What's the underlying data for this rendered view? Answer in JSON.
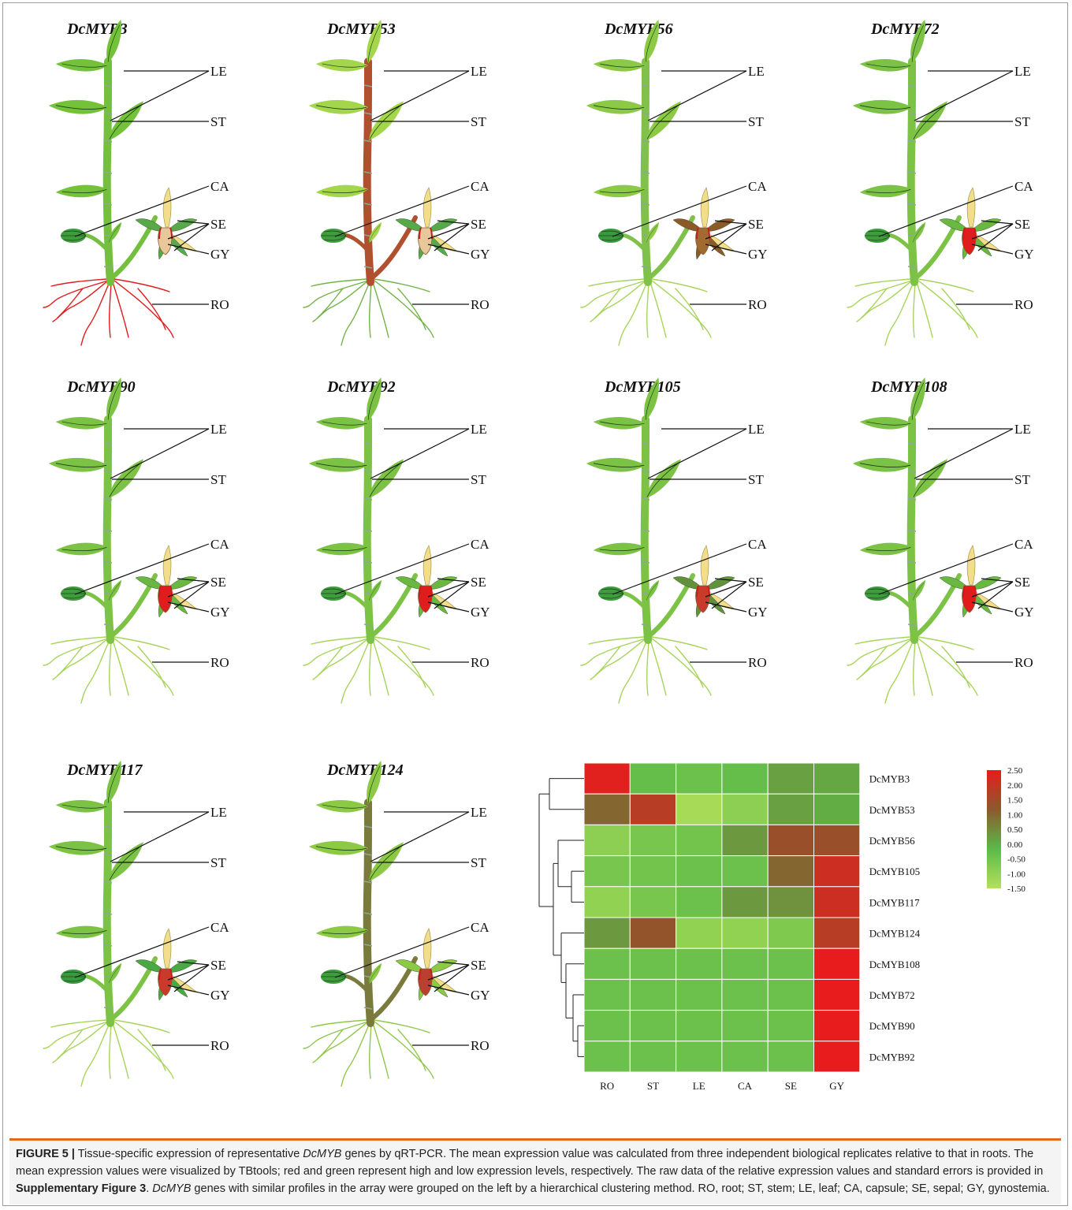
{
  "plants": [
    {
      "title": "DcMYB3",
      "colors": {
        "LE": "#73c23a",
        "ST": "#74bf3e",
        "CA": "#3f9d3e",
        "SE": "#58a94a",
        "GY": "#e8c79a",
        "RO": "#e01c1c"
      }
    },
    {
      "title": "DcMYB53",
      "colors": {
        "LE": "#a4d64c",
        "ST": "#b0502e",
        "CA": "#3f9d3e",
        "SE": "#58a94a",
        "GY": "#e8c79a",
        "RO": "#74b24a"
      }
    },
    {
      "title": "DcMYB56",
      "colors": {
        "LE": "#8cca45",
        "ST": "#7fc14a",
        "CA": "#38993e",
        "SE": "#8c5a28",
        "GY": "#a06a30",
        "RO": "#a7d45a"
      }
    },
    {
      "title": "DcMYB72",
      "colors": {
        "LE": "#7cc244",
        "ST": "#7cc244",
        "CA": "#3f9d3e",
        "SE": "#6ab842",
        "GY": "#e01c1c",
        "RO": "#a7d45a"
      }
    },
    {
      "title": "DcMYB90",
      "colors": {
        "LE": "#7cc244",
        "ST": "#7cc244",
        "CA": "#3f9d3e",
        "SE": "#6ab842",
        "GY": "#e01c1c",
        "RO": "#a7d45a"
      }
    },
    {
      "title": "DcMYB92",
      "colors": {
        "LE": "#7cc244",
        "ST": "#7cc244",
        "CA": "#3f9d3e",
        "SE": "#6ab842",
        "GY": "#e01c1c",
        "RO": "#a7d45a"
      }
    },
    {
      "title": "DcMYB105",
      "colors": {
        "LE": "#7cc244",
        "ST": "#7cc244",
        "CA": "#3f9d3e",
        "SE": "#62903c",
        "GY": "#c93a2a",
        "RO": "#a7d45a"
      }
    },
    {
      "title": "DcMYB108",
      "colors": {
        "LE": "#7cc244",
        "ST": "#7cc244",
        "CA": "#3f9d3e",
        "SE": "#6ab842",
        "GY": "#e01c1c",
        "RO": "#a7d45a"
      }
    },
    {
      "title": "DcMYB117",
      "colors": {
        "LE": "#7cc244",
        "ST": "#7cc244",
        "CA": "#38993e",
        "SE": "#4aa845",
        "GY": "#c93a2a",
        "RO": "#a7d45a"
      }
    },
    {
      "title": "DcMYB124",
      "colors": {
        "LE": "#8cca45",
        "ST": "#7a7a3c",
        "CA": "#3f9d3e",
        "SE": "#8cca45",
        "GY": "#b94030",
        "RO": "#8fc84a"
      }
    }
  ],
  "tissue_labels": [
    "LE",
    "ST",
    "CA",
    "SE",
    "GY",
    "RO"
  ],
  "chart_data": {
    "type": "heatmap",
    "columns": [
      "RO",
      "ST",
      "LE",
      "CA",
      "SE",
      "GY"
    ],
    "rows": [
      "DcMYB3",
      "DcMYB53",
      "DcMYB56",
      "DcMYB105",
      "DcMYB117",
      "DcMYB124",
      "DcMYB108",
      "DcMYB72",
      "DcMYB90",
      "DcMYB92"
    ],
    "values": [
      [
        2.4,
        -0.3,
        -0.4,
        -0.3,
        0.2,
        0.1
      ],
      [
        1.0,
        1.8,
        -1.3,
        -0.9,
        0.2,
        0.0
      ],
      [
        -0.9,
        -0.6,
        -0.5,
        0.3,
        1.4,
        1.4
      ],
      [
        -0.6,
        -0.5,
        -0.4,
        -0.4,
        1.0,
        2.1
      ],
      [
        -1.0,
        -0.6,
        -0.4,
        0.3,
        0.4,
        2.1
      ],
      [
        0.3,
        1.3,
        -1.0,
        -1.0,
        -0.7,
        1.8
      ],
      [
        -0.4,
        -0.4,
        -0.4,
        -0.4,
        -0.4,
        2.5
      ],
      [
        -0.4,
        -0.4,
        -0.4,
        -0.4,
        -0.4,
        2.5
      ],
      [
        -0.4,
        -0.4,
        -0.4,
        -0.4,
        -0.4,
        2.5
      ],
      [
        -0.4,
        -0.4,
        -0.4,
        -0.4,
        -0.4,
        2.5
      ]
    ],
    "scale": {
      "ticks": [
        "2.50",
        "2.00",
        "1.50",
        "1.00",
        "0.50",
        "0.00",
        "-0.50",
        "-1.00",
        "-1.50"
      ],
      "min": -1.5,
      "max": 2.5,
      "colors": [
        "#b3e05a",
        "#5cba48",
        "#8a5a2e",
        "#e81c1c"
      ]
    },
    "dendrogram": "hierarchical clustering (left)"
  },
  "caption": {
    "figure": "FIGURE 5 |",
    "t1": " Tissue-specific expression of representative ",
    "gene1": "DcMYB",
    "t2": " genes by qRT-PCR. The mean expression value was calculated from three independent biological replicates relative to that in roots. The mean expression values were visualized by TBtools; red and green represent high and low expression levels, respectively. The raw data of the relative expression values and standard errors is provided in ",
    "supp": "Supplementary Figure 3",
    "t3": ". ",
    "gene2": "DcMYB",
    "t4": " genes with similar profiles in the array were grouped on the left by a hierarchical clustering method. RO, root; ST, stem; LE, leaf; CA, capsule; SE, sepal; GY, gynostemia."
  }
}
